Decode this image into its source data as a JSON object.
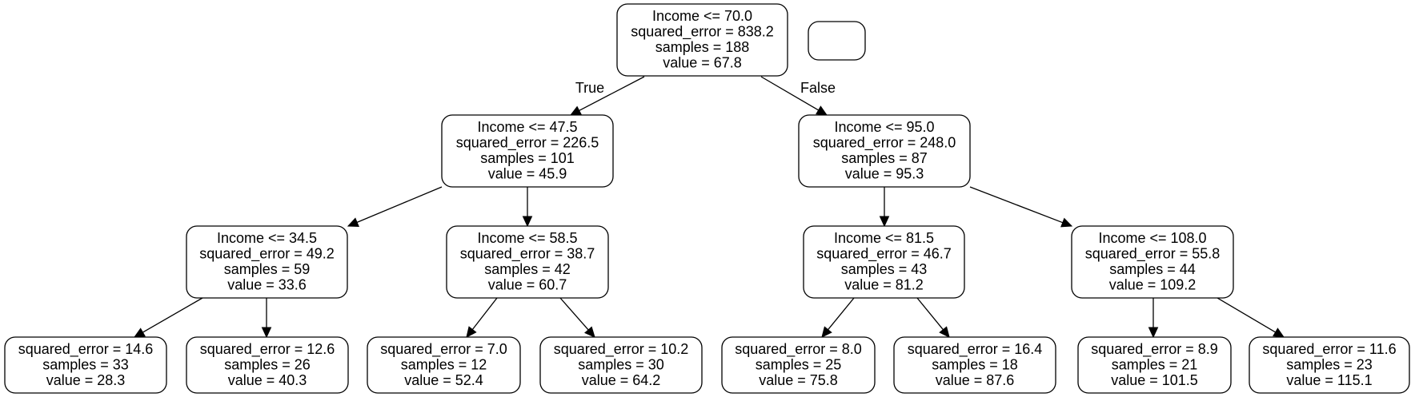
{
  "tree": {
    "nodes": [
      {
        "id": "n0",
        "lines": [
          "Income <= 70.0",
          "squared_error = 838.2",
          "samples = 188",
          "value = 67.8"
        ]
      },
      {
        "id": "legend",
        "lines": []
      },
      {
        "id": "n1",
        "lines": [
          "Income <= 47.5",
          "squared_error = 226.5",
          "samples = 101",
          "value = 45.9"
        ]
      },
      {
        "id": "n2",
        "lines": [
          "Income <= 95.0",
          "squared_error = 248.0",
          "samples = 87",
          "value = 95.3"
        ]
      },
      {
        "id": "n3",
        "lines": [
          "Income <= 34.5",
          "squared_error = 49.2",
          "samples = 59",
          "value = 33.6"
        ]
      },
      {
        "id": "n4",
        "lines": [
          "Income <= 58.5",
          "squared_error = 38.7",
          "samples = 42",
          "value = 60.7"
        ]
      },
      {
        "id": "n5",
        "lines": [
          "Income <= 81.5",
          "squared_error = 46.7",
          "samples = 43",
          "value = 81.2"
        ]
      },
      {
        "id": "n6",
        "lines": [
          "Income <= 108.0",
          "squared_error = 55.8",
          "samples = 44",
          "value = 109.2"
        ]
      },
      {
        "id": "n7",
        "lines": [
          "squared_error = 14.6",
          "samples = 33",
          "value = 28.3"
        ]
      },
      {
        "id": "n8",
        "lines": [
          "squared_error = 12.6",
          "samples = 26",
          "value = 40.3"
        ]
      },
      {
        "id": "n9",
        "lines": [
          "squared_error = 7.0",
          "samples = 12",
          "value = 52.4"
        ]
      },
      {
        "id": "n10",
        "lines": [
          "squared_error = 10.2",
          "samples = 30",
          "value = 64.2"
        ]
      },
      {
        "id": "n11",
        "lines": [
          "squared_error = 8.0",
          "samples = 25",
          "value = 75.8"
        ]
      },
      {
        "id": "n12",
        "lines": [
          "squared_error = 16.4",
          "samples = 18",
          "value = 87.6"
        ]
      },
      {
        "id": "n13",
        "lines": [
          "squared_error = 8.9",
          "samples = 21",
          "value = 101.5"
        ]
      },
      {
        "id": "n14",
        "lines": [
          "squared_error = 11.6",
          "samples = 23",
          "value = 115.1"
        ]
      }
    ],
    "edges": [
      {
        "from": "n0",
        "to": "n1",
        "label": "True"
      },
      {
        "from": "n0",
        "to": "n2",
        "label": "False"
      },
      {
        "from": "n1",
        "to": "n3",
        "label": ""
      },
      {
        "from": "n1",
        "to": "n4",
        "label": ""
      },
      {
        "from": "n2",
        "to": "n5",
        "label": ""
      },
      {
        "from": "n2",
        "to": "n6",
        "label": ""
      },
      {
        "from": "n3",
        "to": "n7",
        "label": ""
      },
      {
        "from": "n3",
        "to": "n8",
        "label": ""
      },
      {
        "from": "n4",
        "to": "n9",
        "label": ""
      },
      {
        "from": "n4",
        "to": "n10",
        "label": ""
      },
      {
        "from": "n5",
        "to": "n11",
        "label": ""
      },
      {
        "from": "n5",
        "to": "n12",
        "label": ""
      },
      {
        "from": "n6",
        "to": "n13",
        "label": ""
      },
      {
        "from": "n6",
        "to": "n14",
        "label": ""
      }
    ]
  }
}
